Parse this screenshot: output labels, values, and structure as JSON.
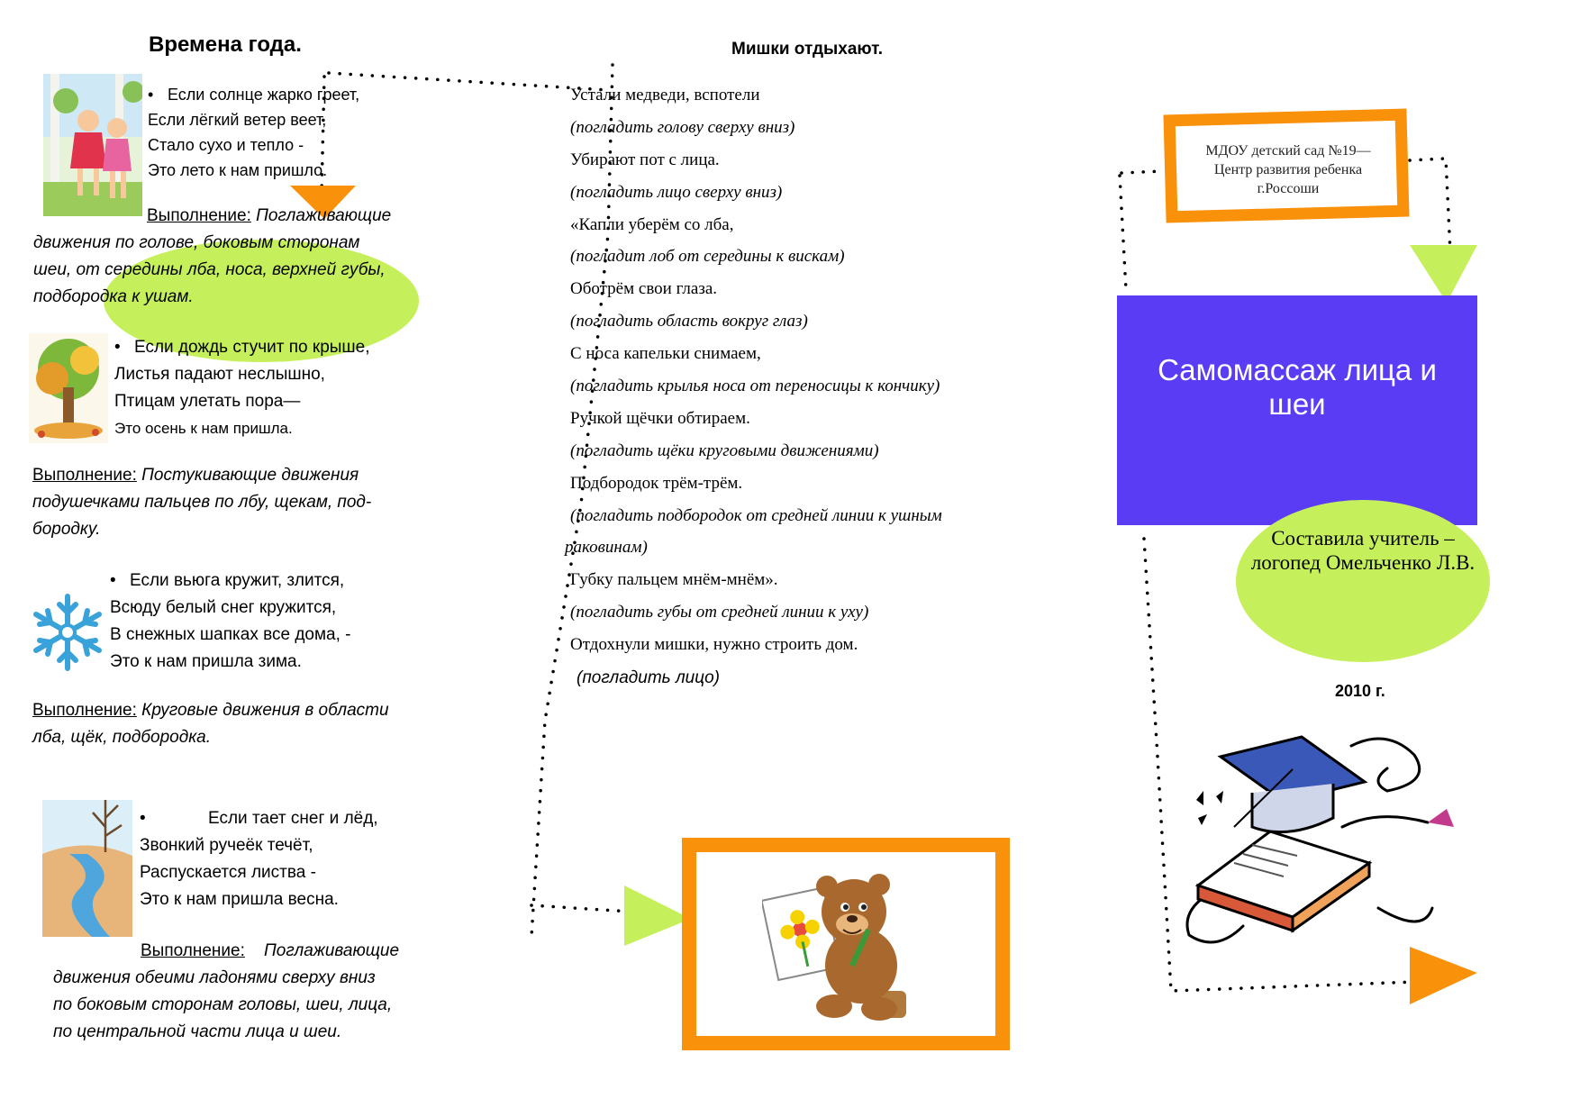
{
  "seasons": {
    "title": "Времена года.",
    "summer": {
      "lines": [
        "Если солнце жарко греет,",
        "Если лёгкий ветер веет,",
        "Стало сухо и тепло -",
        "Это лето к нам пришло."
      ],
      "exec_label": "Выполнение:",
      "exec_first": "Поглаживающие",
      "exec_rest": [
        "движения по голове, боковым сторонам",
        "шеи, от середины лба, носа, верхней губы,",
        "подбородка к ушам."
      ]
    },
    "autumn": {
      "lines": [
        "Если дождь стучит по крыше,",
        "Листья падают неслышно,",
        "Птицам улетать пора—",
        "Это осень к нам пришла."
      ],
      "exec_label": "Выполнение:",
      "exec_first": "Постукивающие движения",
      "exec_rest": [
        "подушечками пальцев по лбу, щекам, под-",
        "бородку."
      ]
    },
    "winter": {
      "lines": [
        "Если вьюга кружит, злится,",
        "Всюду белый снег кружится,",
        "В снежных шапках все дома, -",
        "Это к нам пришла зима."
      ],
      "exec_label": "Выполнение:",
      "exec_first": "Круговые движения в области",
      "exec_rest": [
        "лба, щёк, подбородка."
      ]
    },
    "spring": {
      "lines": [
        "Если тает снег и лёд,",
        "Звонкий ручеёк течёт,",
        "Распускается листва -",
        "Это к нам пришла весна."
      ],
      "exec_label": "Выполнение:",
      "exec_first": "Поглаживающие",
      "exec_rest": [
        "движения обеими ладонями сверху вниз",
        "по боковым сторонам головы, шеи, лица,",
        "по центральной части лица и шеи."
      ]
    }
  },
  "bears": {
    "title": "Мишки отдыхают.",
    "lines": [
      {
        "text": "Устали медведи, вспотели",
        "italic": false
      },
      {
        "text": "(погладить голову сверху вниз)",
        "italic": true
      },
      {
        "text": "Убирают пот с лица.",
        "italic": false
      },
      {
        "text": "(погладить лицо сверху вниз)",
        "italic": true
      },
      {
        "text": "«Капли уберём со лба,",
        "italic": false
      },
      {
        "text": "(погладит лоб от середины к вискам)",
        "italic": true
      },
      {
        "text": "Оботрём свои глаза.",
        "italic": false
      },
      {
        "text": "(погладить область вокруг глаз)",
        "italic": true
      },
      {
        "text": "С носа капельки снимаем,",
        "italic": false
      },
      {
        "text": "(погладить крылья носа от переносицы к кончику)",
        "italic": true
      },
      {
        "text": "Ручкой щёчки обтираем.",
        "italic": false
      },
      {
        "text": "(погладить щёки круговыми движениями)",
        "italic": true
      },
      {
        "text": "Подбородок трём-трём.",
        "italic": false
      },
      {
        "text": "(погладить подбородок от средней линии к ушным",
        "italic": true
      },
      {
        "text": "раковинам)",
        "italic": true
      },
      {
        "text": "Губку пальцем мнём-мнём».",
        "italic": false
      },
      {
        "text": "(погладить губы от средней линии к уху)",
        "italic": true
      },
      {
        "text": "Отдохнули мишки, нужно строить дом.",
        "italic": false
      }
    ],
    "final": "(погладить лицо)"
  },
  "cover": {
    "org": "МДОУ детский сад №19— Центр развития ребенка г.Россоши",
    "title": "Самомассаж лица и шеи",
    "author": "Составила учитель – логопед Омельченко Л.В.",
    "year": "2010 г."
  },
  "colors": {
    "orange": "#f9910b",
    "lime": "#c6f05b",
    "violet": "#5b3cf5"
  },
  "icons": {
    "summer": "children-walking-illustration",
    "autumn": "autumn-tree-illustration",
    "winter": "snowflake-icon",
    "spring": "stream-landscape-illustration",
    "bear": "bear-with-flower-drawing",
    "book": "graduation-cap-book-clipart"
  }
}
